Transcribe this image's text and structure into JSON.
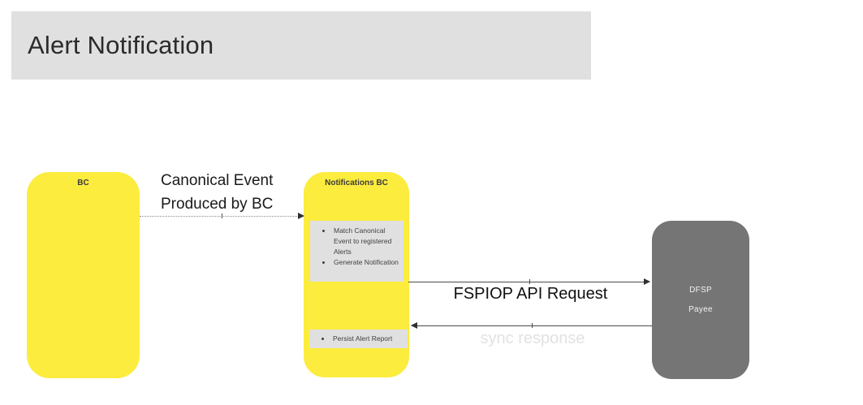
{
  "title": "Alert Notification",
  "colors": {
    "node_yellow": "#FCEC3E",
    "node_gray": "#757575",
    "title_bar_gray": "#E0E0E0",
    "task_box_gray": "#E0E0E0",
    "arrow": "#4A4A4A",
    "sync_label_gray": "#E2E2E2"
  },
  "nodes": {
    "bc": {
      "label": "BC"
    },
    "notifications": {
      "label": "Notifications BC",
      "tasks": [
        {
          "items": [
            "Match Canonical Event to registered Alerts",
            "Generate Notification"
          ]
        },
        {
          "items": [
            "Persist Alert Report"
          ]
        }
      ]
    },
    "dfsp": {
      "label": "DFSP",
      "sublabel": "Payee"
    }
  },
  "edges": [
    {
      "label": "Canonical Event Produced by BC",
      "style": "dotted",
      "from": "BC",
      "to": "Notifications BC",
      "direction": "right"
    },
    {
      "label": "FSPIOP API Request",
      "style": "solid",
      "from": "Notifications BC",
      "to": "DFSP Payee",
      "direction": "right"
    },
    {
      "label": "sync response",
      "style": "solid",
      "from": "DFSP Payee",
      "to": "Notifications BC",
      "direction": "left"
    }
  ]
}
